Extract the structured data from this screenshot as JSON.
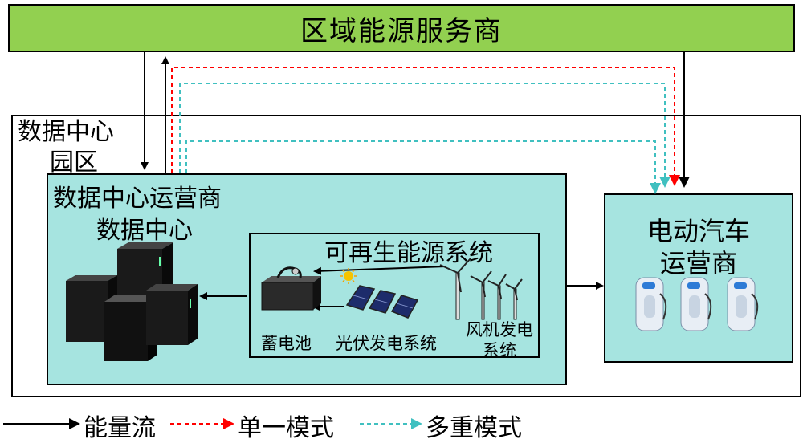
{
  "regional_provider": {
    "label": "区域能源服务商"
  },
  "campus": {
    "label_line1": "数据中心",
    "label_line2": "园区"
  },
  "datacenter": {
    "operator_label": "数据中心运营商",
    "title": "数据中心"
  },
  "renewable": {
    "title": "可再生能源系统",
    "battery_label": "蓄电池",
    "pv_label": "光伏发电系统",
    "wind_label_line1": "风机发电",
    "wind_label_line2": "系统"
  },
  "ev_operator": {
    "label_line1": "电动汽车",
    "label_line2": "运营商"
  },
  "legend": {
    "energy_flow": "能量流",
    "single_mode": "单一模式",
    "multi_mode": "多重模式"
  },
  "colors": {
    "provider_green": "#92d050",
    "box_cyan": "#a6e4e0",
    "single_mode_red": "#ff0000",
    "multi_mode_teal": "#40c0c0",
    "energy_black": "#000000"
  }
}
